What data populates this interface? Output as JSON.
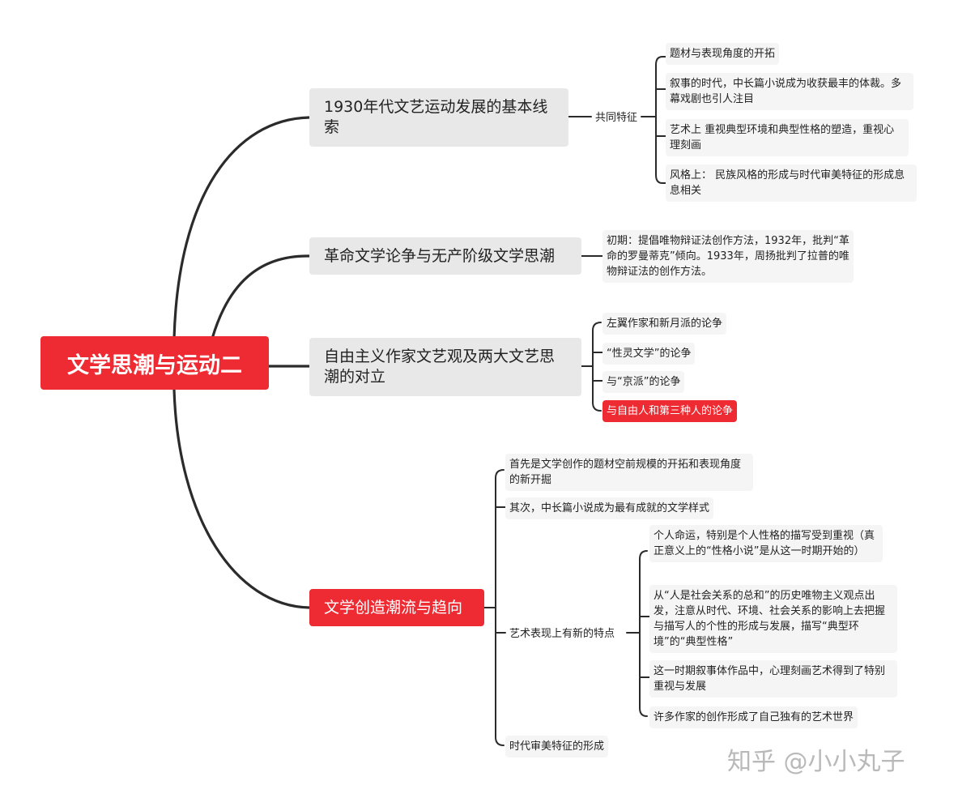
{
  "root": {
    "label": "文学思潮与运动二"
  },
  "branches": [
    {
      "label": "1930年代文艺运动发展的基本线索",
      "children": [
        {
          "label": "共同特征",
          "children": [
            "题材与表现角度的开拓",
            "叙事的时代，中长篇小说成为收获最丰的体裁。多幕戏剧也引人注目",
            "艺术上  重视典型环境和典型性格的塑造，重视心理刻画",
            "风格上：  民族风格的形成与时代审美特征的形成息息相关"
          ]
        }
      ]
    },
    {
      "label": "革命文学论争与无产阶级文学思潮",
      "children": [
        "初期：提倡唯物辩证法创作方法，1932年，批判“革命的罗曼蒂克”倾向。1933年，周扬批判了拉普的唯物辩证法的创作方法。"
      ]
    },
    {
      "label": "自由主义作家文艺观及两大文艺思潮的对立",
      "children": [
        "左翼作家和新月派的论争",
        "“性灵文学”的论争",
        "与“京派”的论争",
        "与自由人和第三种人的论争"
      ],
      "highlighted_child": "与自由人和第三种人的论争"
    },
    {
      "label": "文学创造潮流与趋向",
      "highlighted": true,
      "children": [
        "首先是文学创作的题材空前规模的开拓和表现角度的新开掘",
        "其次，中长篇小说成为最有成就的文学样式",
        {
          "label": "艺术表现上有新的特点",
          "children": [
            "个人命运，特别是个人性格的描写受到重视（真正意义上的“性格小说”是从这一时期开始的）",
            "从“人是社会关系的总和”的历史唯物主义观点出发，注意从时代、环境、社会关系的影响上去把握与描写人的个性的形成与发展，描写“典型环境”的“典型性格”",
            "这一时期叙事体作品中，心理刻画艺术得到了特别重视与发展",
            "许多作家的创作形成了自己独有的艺术世界"
          ]
        },
        "时代审美特征的形成"
      ]
    }
  ],
  "watermark": "知乎 @小小丸子",
  "colors": {
    "accent": "#ee2a32",
    "branch_bg": "#e8e8e8",
    "leaf_bg": "#f5f5f5",
    "line": "#2b2b2b"
  }
}
